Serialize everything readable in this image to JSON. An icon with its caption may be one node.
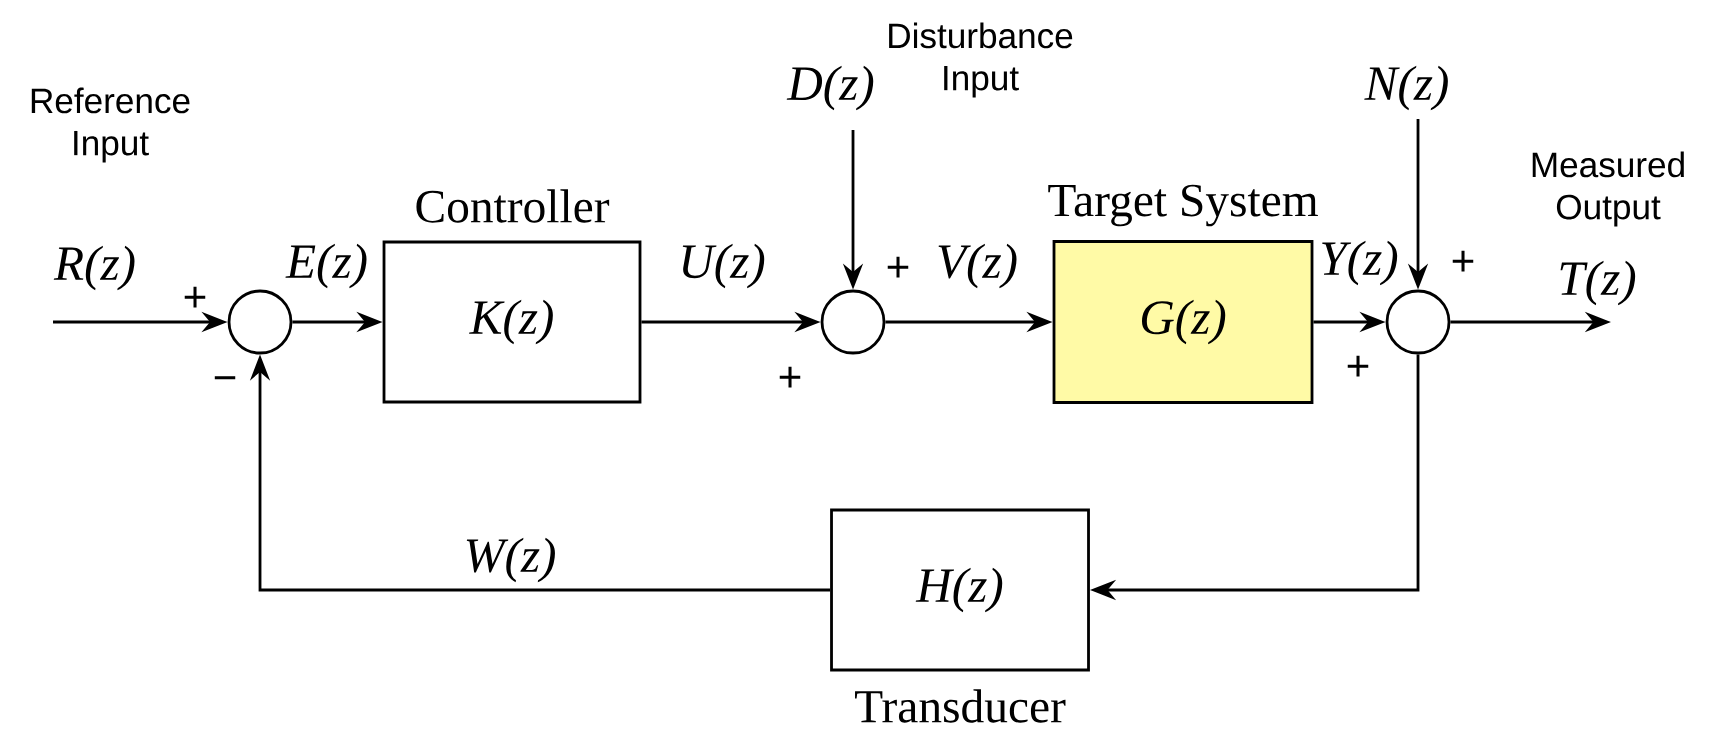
{
  "diagram": {
    "nodes": [
      {
        "text": [],
        "shape": "circle"
      },
      {
        "text": [
          "Controller",
          "K(z)"
        ]
      },
      {
        "text": [],
        "shape": "circle"
      },
      {
        "text": [
          "Target System",
          "G(z)"
        ]
      },
      {
        "text": [],
        "shape": "circle"
      },
      {
        "text": [
          "H(z)",
          "Transducer"
        ]
      }
    ],
    "edges": [
      {
        "from": null,
        "to": 0,
        "arrow": "to",
        "label": "R(z)"
      },
      {
        "from": 0,
        "to": 1,
        "arrow": "to",
        "label": "E(z)"
      },
      {
        "from": 1,
        "to": 2,
        "arrow": "to",
        "label": "U(z)"
      },
      {
        "from": null,
        "to": 2,
        "arrow": "to",
        "label": "D(z)"
      },
      {
        "from": 2,
        "to": 3,
        "arrow": "to",
        "label": "V(z)"
      },
      {
        "from": 3,
        "to": 4,
        "arrow": "to",
        "label": "Y(z)"
      },
      {
        "from": null,
        "to": 4,
        "arrow": "to",
        "label": "N(z)"
      },
      {
        "from": 4,
        "to": null,
        "arrow": "to",
        "label": "T(z)"
      },
      {
        "from": 4,
        "to": 5,
        "arrow": "to"
      },
      {
        "from": 5,
        "to": 0,
        "arrow": "to",
        "label": "W(z)"
      }
    ],
    "labels": [
      "Disturbance Input",
      "Reference Input",
      "Measured Output",
      "+",
      "+",
      "+",
      "−",
      "+",
      "+"
    ]
  }
}
